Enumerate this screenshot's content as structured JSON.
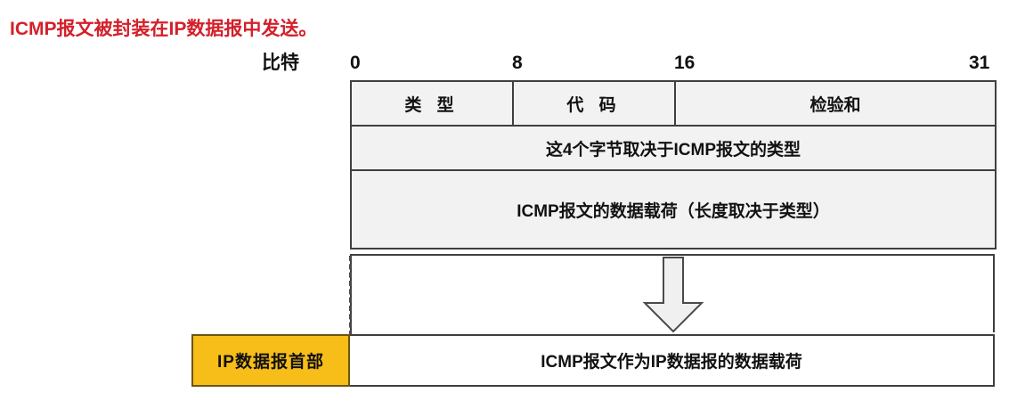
{
  "title": {
    "text": "ICMP报文被封装在IP数据报中发送。",
    "color": "#d3202a"
  },
  "ruler": {
    "caption": "比特",
    "ticks": [
      "0",
      "8",
      "16",
      "31"
    ]
  },
  "icmp_packet": {
    "header_row": [
      {
        "label": "类 型"
      },
      {
        "label": "代 码"
      },
      {
        "label": "检验和"
      }
    ],
    "row2": "这4个字节取决于ICMP报文的类型",
    "row3": "ICMP报文的数据载荷（长度取决于类型）",
    "row4": ""
  },
  "encapsulation": {
    "arrow": "down-arrow",
    "dashed_connector": "dashed-line"
  },
  "ip_datagram": {
    "header_label": "IP数据报首部",
    "payload_label": "ICMP报文作为IP数据报的数据载荷",
    "header_color": "#f7bd18"
  },
  "colors": {
    "title_red": "#d3202a",
    "cell_fill": "#f2f2f2",
    "border": "#3f3f3f",
    "ip_header_fill": "#f7bd18"
  }
}
